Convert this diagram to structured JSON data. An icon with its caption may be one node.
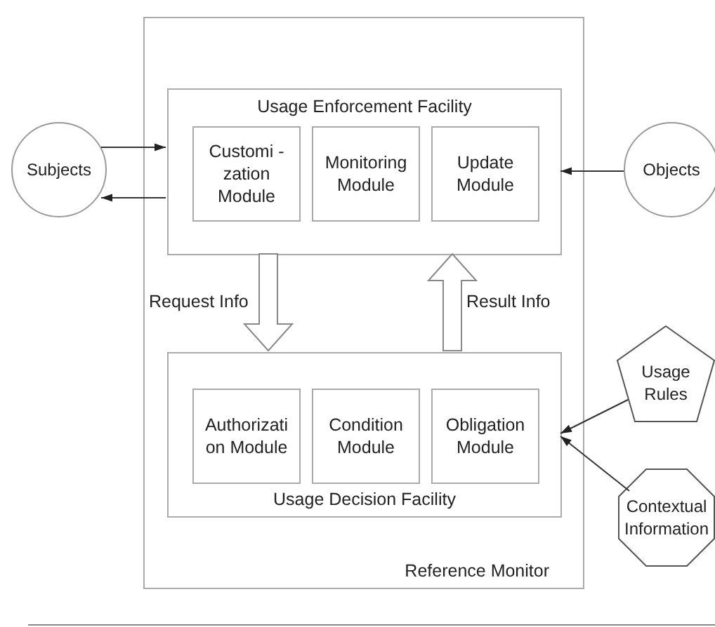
{
  "diagram": {
    "nodes": [
      {
        "text": [
          "Subjects"
        ]
      },
      {
        "text": [
          "Reference Monitor"
        ]
      },
      {
        "text": [
          "Usage Enforcement Facility"
        ],
        "in": 1
      },
      {
        "text": [
          "Customi - zation Module"
        ],
        "in": 2
      },
      {
        "text": [
          "Monitoring Module"
        ],
        "in": 2
      },
      {
        "text": [
          "Update Module"
        ],
        "in": 2
      },
      {
        "text": [
          "Objects"
        ]
      },
      {
        "text": [
          "Usage Decision Facility"
        ],
        "in": 1
      },
      {
        "text": [
          "Authorizati on Module"
        ],
        "in": 7
      },
      {
        "text": [
          "Condition Module"
        ],
        "in": 7
      },
      {
        "text": [
          "Obligation Module"
        ],
        "in": 7
      },
      {
        "text": [
          "Usage Rules"
        ]
      },
      {
        "text": [
          "Contextual Information"
        ]
      }
    ],
    "edges": [
      {
        "from": 0,
        "to": 2,
        "arrow": "to"
      },
      {
        "from": 2,
        "to": 0,
        "arrow": "to"
      },
      {
        "from": 6,
        "to": 2,
        "arrow": "to"
      },
      {
        "from": 2,
        "to": 7,
        "arrow": "to",
        "label": "Request Info",
        "style": "thick"
      },
      {
        "from": 7,
        "to": 2,
        "arrow": "to",
        "label": "Result Info",
        "style": "thick"
      },
      {
        "from": 11,
        "to": 7,
        "arrow": "to"
      },
      {
        "from": 12,
        "to": 7,
        "arrow": "to"
      }
    ]
  }
}
